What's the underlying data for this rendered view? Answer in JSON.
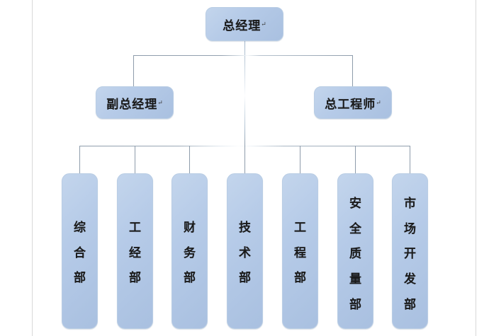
{
  "diagram": {
    "type": "organization-chart",
    "title": "",
    "colors": {
      "node_fill_light": "#c3d5ec",
      "node_fill_mid": "#b6cbe8",
      "node_fill_dark": "#a9c0e0",
      "node_border": "#b9cde4",
      "connector": "#8e9cab",
      "text": "#1a1a1a",
      "background": "#ffffff"
    },
    "trailing_mark": "↵",
    "levels": [
      {
        "level": 1,
        "nodes": [
          {
            "id": "gm",
            "label": "总经理",
            "char_count": 3,
            "orientation": "horizontal"
          }
        ]
      },
      {
        "level": 2,
        "nodes": [
          {
            "id": "deputy-gm",
            "label": "副总经理",
            "char_count": 4,
            "orientation": "horizontal"
          },
          {
            "id": "chief-engineer",
            "label": "总工程师",
            "char_count": 4,
            "orientation": "horizontal"
          }
        ]
      },
      {
        "level": 3,
        "nodes": [
          {
            "id": "dept-1",
            "label": "综合部",
            "char_count": 3,
            "orientation": "vertical"
          },
          {
            "id": "dept-2",
            "label": "工经部",
            "char_count": 3,
            "orientation": "vertical"
          },
          {
            "id": "dept-3",
            "label": "财务部",
            "char_count": 3,
            "orientation": "vertical"
          },
          {
            "id": "dept-4",
            "label": "技术部",
            "char_count": 3,
            "orientation": "vertical"
          },
          {
            "id": "dept-5",
            "label": "工程部",
            "char_count": 3,
            "orientation": "vertical"
          },
          {
            "id": "dept-6",
            "label": "安全质量部",
            "char_count": 5,
            "orientation": "vertical"
          },
          {
            "id": "dept-7",
            "label": "市场开发部",
            "char_count": 5,
            "orientation": "vertical"
          }
        ]
      }
    ],
    "edges": [
      {
        "from": "gm",
        "to": "deputy-gm"
      },
      {
        "from": "gm",
        "to": "chief-engineer"
      },
      {
        "from": "gm",
        "to": "dept-1"
      },
      {
        "from": "gm",
        "to": "dept-2"
      },
      {
        "from": "gm",
        "to": "dept-3"
      },
      {
        "from": "gm",
        "to": "dept-4"
      },
      {
        "from": "gm",
        "to": "dept-5"
      },
      {
        "from": "gm",
        "to": "dept-6"
      },
      {
        "from": "gm",
        "to": "dept-7"
      }
    ]
  }
}
